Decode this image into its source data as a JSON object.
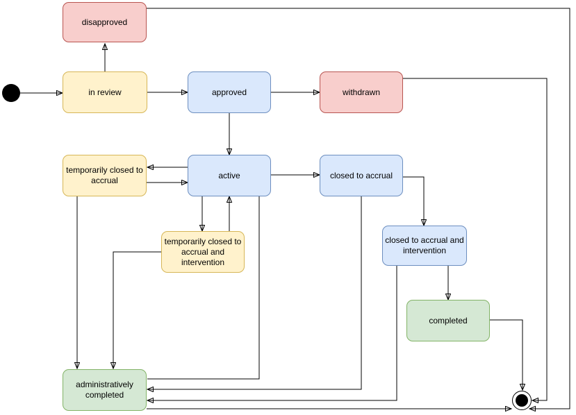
{
  "palette": {
    "yellow": {
      "fill": "#FFF2CC",
      "stroke": "#D6B656"
    },
    "blue": {
      "fill": "#DAE8FC",
      "stroke": "#6C8EBF"
    },
    "red": {
      "fill": "#F8CECC",
      "stroke": "#B85450"
    },
    "green": {
      "fill": "#D5E8D4",
      "stroke": "#82B366"
    },
    "edge": "#000000",
    "background": "#FFFFFF"
  },
  "nodes": {
    "start": {
      "type": "initial-state"
    },
    "in_review": {
      "label": "in review",
      "color": "yellow"
    },
    "disapproved": {
      "label": "disapproved",
      "color": "red"
    },
    "approved": {
      "label": "approved",
      "color": "blue"
    },
    "withdrawn": {
      "label": "withdrawn",
      "color": "red"
    },
    "temporarily_closed_to_accrual": {
      "label": "temporarily closed to accrual",
      "color": "yellow"
    },
    "active": {
      "label": "active",
      "color": "blue"
    },
    "closed_to_accrual": {
      "label": "closed to accrual",
      "color": "blue"
    },
    "temporarily_closed_to_accrual_and_intervention": {
      "label": "temporarily closed to accrual and intervention",
      "color": "yellow"
    },
    "closed_to_accrual_and_intervention": {
      "label": "closed to accrual and intervention",
      "color": "blue"
    },
    "completed": {
      "label": "completed",
      "color": "green"
    },
    "administratively_completed": {
      "label": "administratively completed",
      "color": "green"
    },
    "end": {
      "type": "final-state"
    }
  },
  "edges": [
    {
      "from": "start",
      "to": "in_review"
    },
    {
      "from": "in_review",
      "to": "disapproved"
    },
    {
      "from": "in_review",
      "to": "approved"
    },
    {
      "from": "approved",
      "to": "withdrawn"
    },
    {
      "from": "approved",
      "to": "active"
    },
    {
      "from": "active",
      "to": "temporarily_closed_to_accrual"
    },
    {
      "from": "temporarily_closed_to_accrual",
      "to": "active"
    },
    {
      "from": "active",
      "to": "closed_to_accrual"
    },
    {
      "from": "active",
      "to": "temporarily_closed_to_accrual_and_intervention"
    },
    {
      "from": "temporarily_closed_to_accrual_and_intervention",
      "to": "active"
    },
    {
      "from": "active",
      "to": "administratively_completed"
    },
    {
      "from": "closed_to_accrual",
      "to": "closed_to_accrual_and_intervention"
    },
    {
      "from": "closed_to_accrual",
      "to": "administratively_completed"
    },
    {
      "from": "closed_to_accrual_and_intervention",
      "to": "administratively_completed"
    },
    {
      "from": "closed_to_accrual_and_intervention",
      "to": "completed"
    },
    {
      "from": "completed",
      "to": "end"
    },
    {
      "from": "withdrawn",
      "to": "end"
    },
    {
      "from": "disapproved",
      "to": "end"
    },
    {
      "from": "temporarily_closed_to_accrual",
      "to": "administratively_completed"
    },
    {
      "from": "temporarily_closed_to_accrual_and_intervention",
      "to": "administratively_completed"
    },
    {
      "from": "administratively_completed",
      "to": "end"
    }
  ]
}
